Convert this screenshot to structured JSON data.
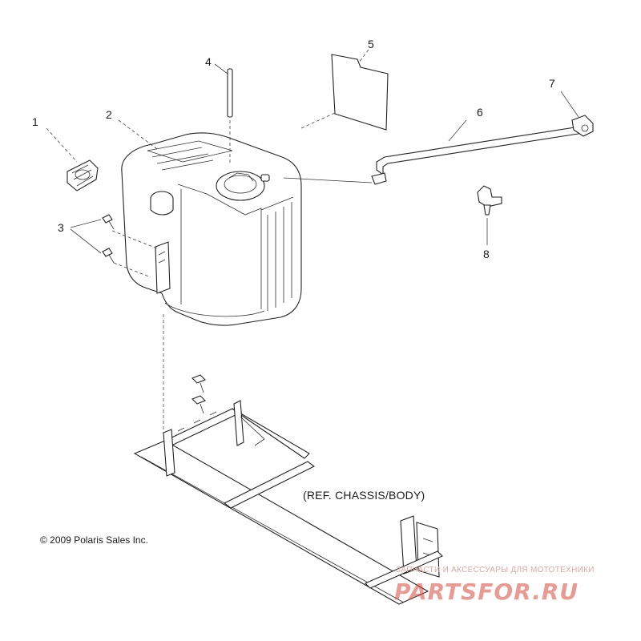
{
  "callouts": {
    "c1": "1",
    "c2": "2",
    "c3": "3",
    "c4": "4",
    "c5": "5",
    "c6": "6",
    "c7": "7",
    "c8": "8"
  },
  "reference_label": "(REF. CHASSIS/BODY)",
  "copyright": "© 2009 Polaris Sales Inc.",
  "watermark": {
    "tagline": "ЗАПЧАСТИ И АКСЕССУАРЫ ДЛЯ МОТОТЕХНИКИ",
    "brand": "PARTSFOR.RU"
  },
  "colors": {
    "line": "#222222",
    "background": "#ffffff",
    "watermark": "#d9483a"
  }
}
